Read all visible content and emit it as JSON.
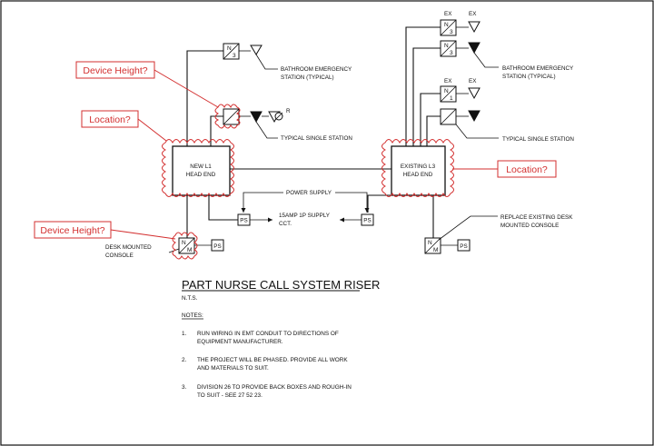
{
  "drawing": {
    "title": "PART NURSE CALL SYSTEM RISER",
    "scale": "N.T.S.",
    "notes_heading": "NOTES:",
    "notes": [
      {
        "num": "1.",
        "lines": [
          "RUN WIRING IN EMT CONDUIT TO DIRECTIONS OF",
          "EQUIPMENT MANUFACTURER."
        ]
      },
      {
        "num": "2.",
        "lines": [
          "THE PROJECT WILL BE PHASED. PROVIDE ALL WORK",
          "AND MATERIALS TO SUIT."
        ]
      },
      {
        "num": "3.",
        "lines": [
          "DIVISION 26 TO PROVIDE BACK BOXES AND ROUGH-IN",
          "TO SUIT - SEE 27 52 23."
        ]
      }
    ]
  },
  "equipment": {
    "new_head_end": [
      "NEW L1",
      "HEAD END"
    ],
    "existing_head_end": [
      "EXISTING L3",
      "HEAD END"
    ],
    "power_supply": "POWER SUPPLY",
    "supply_circuit": [
      "15AMP 1P SUPPLY",
      "CCT."
    ],
    "ps": "PS"
  },
  "callouts": {
    "bathroom_left": [
      "BATHROOM EMERGENCY",
      "STATION (TYPICAL)"
    ],
    "single_left": "TYPICAL SINGLE STATION",
    "bathroom_right": [
      "BATHROOM EMERGENCY",
      "STATION (TYPICAL)"
    ],
    "single_right": "TYPICAL SINGLE STATION",
    "desk_console_left": [
      "DESK MOUNTED",
      "CONSOLE"
    ],
    "desk_console_right": [
      "REPLACE EXISTING DESK",
      "MOUNTED CONSOLE"
    ]
  },
  "symbols": {
    "n": "N",
    "three": "3",
    "one": "1",
    "m": "M",
    "r": "R",
    "ex": "EX"
  },
  "review_comments": {
    "device_height_top": "Device Height?",
    "location_left": "Location?",
    "location_right": "Location?",
    "device_height_bottom": "Device Height?"
  },
  "colors": {
    "markup": "#d32f2f",
    "linework": "#111111"
  }
}
